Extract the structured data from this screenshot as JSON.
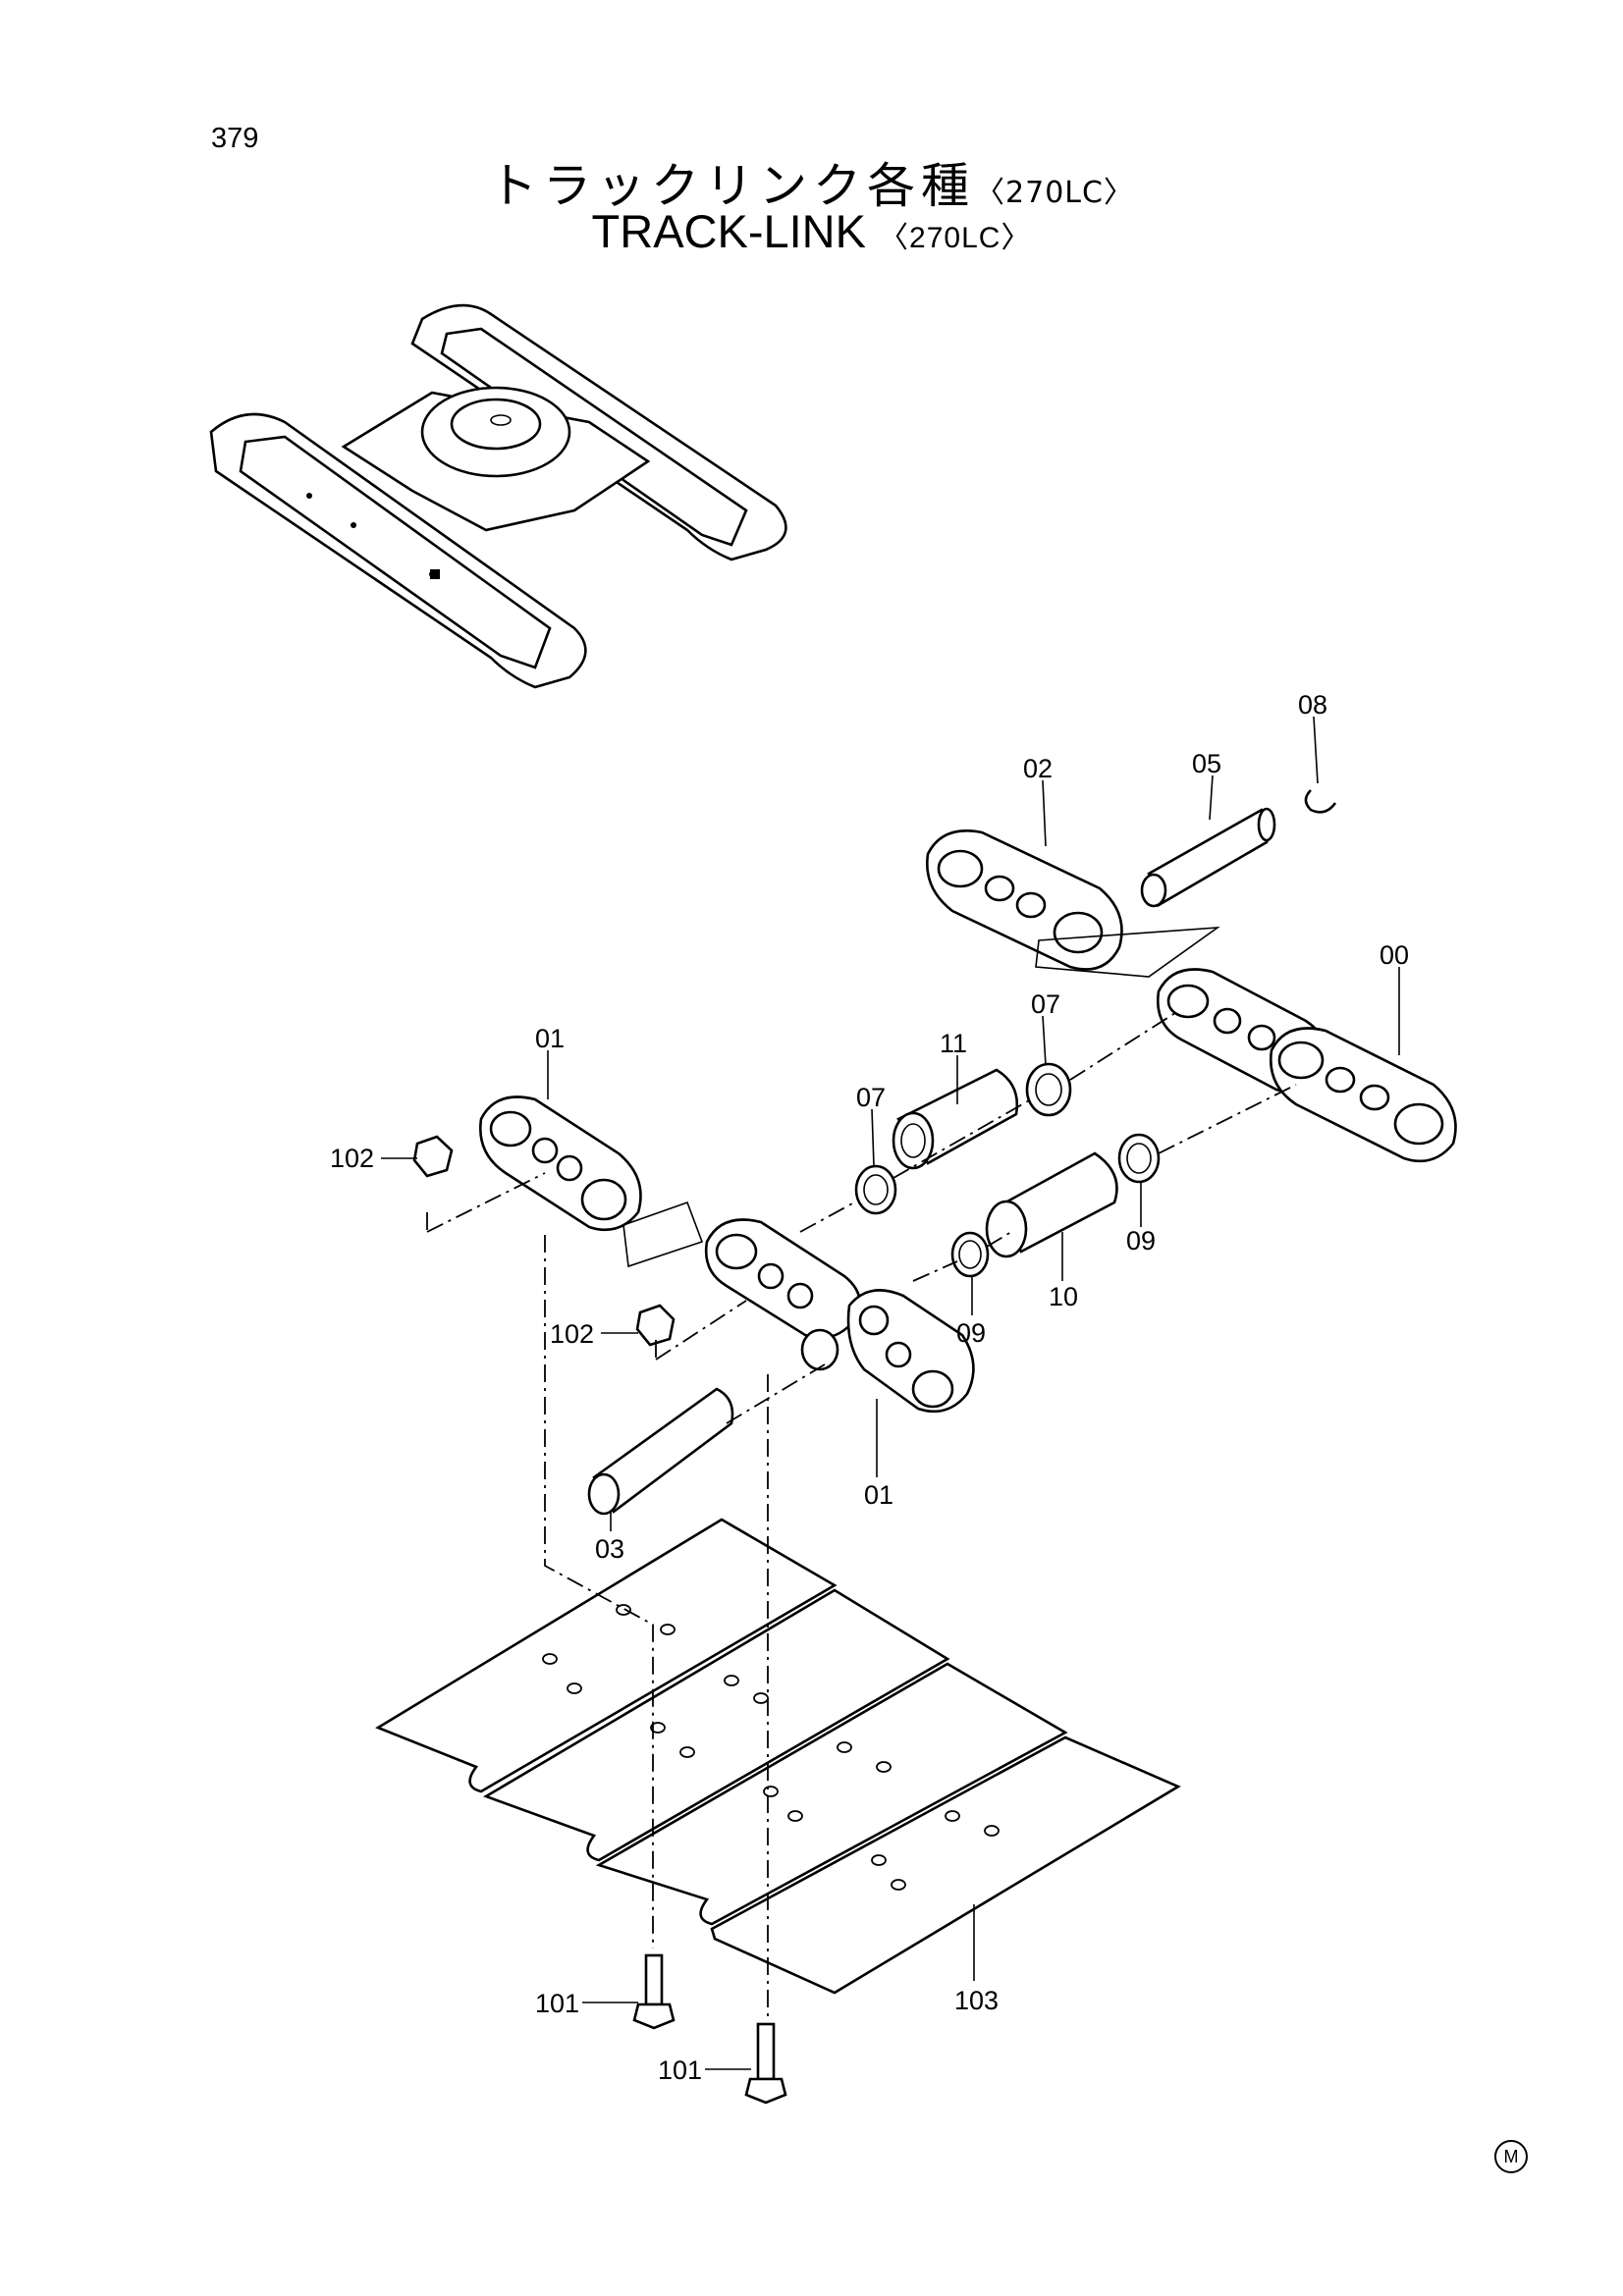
{
  "page": {
    "number": "379"
  },
  "title": {
    "jp": "トラックリンク各種",
    "en": "TRACK-LINK",
    "model_jp": "〈270LC〉",
    "model_en": "〈270LC〉"
  },
  "callouts": {
    "c08": "08",
    "c05": "05",
    "c02": "02",
    "c00": "00",
    "c01a": "01",
    "c07a": "07",
    "c11": "11",
    "c07b": "07",
    "c102a": "102",
    "c09a": "09",
    "c10": "10",
    "c09b": "09",
    "c102b": "102",
    "c01b": "01",
    "c03": "03",
    "c101a": "101",
    "c103": "103",
    "c101b": "101"
  },
  "marker": "M"
}
